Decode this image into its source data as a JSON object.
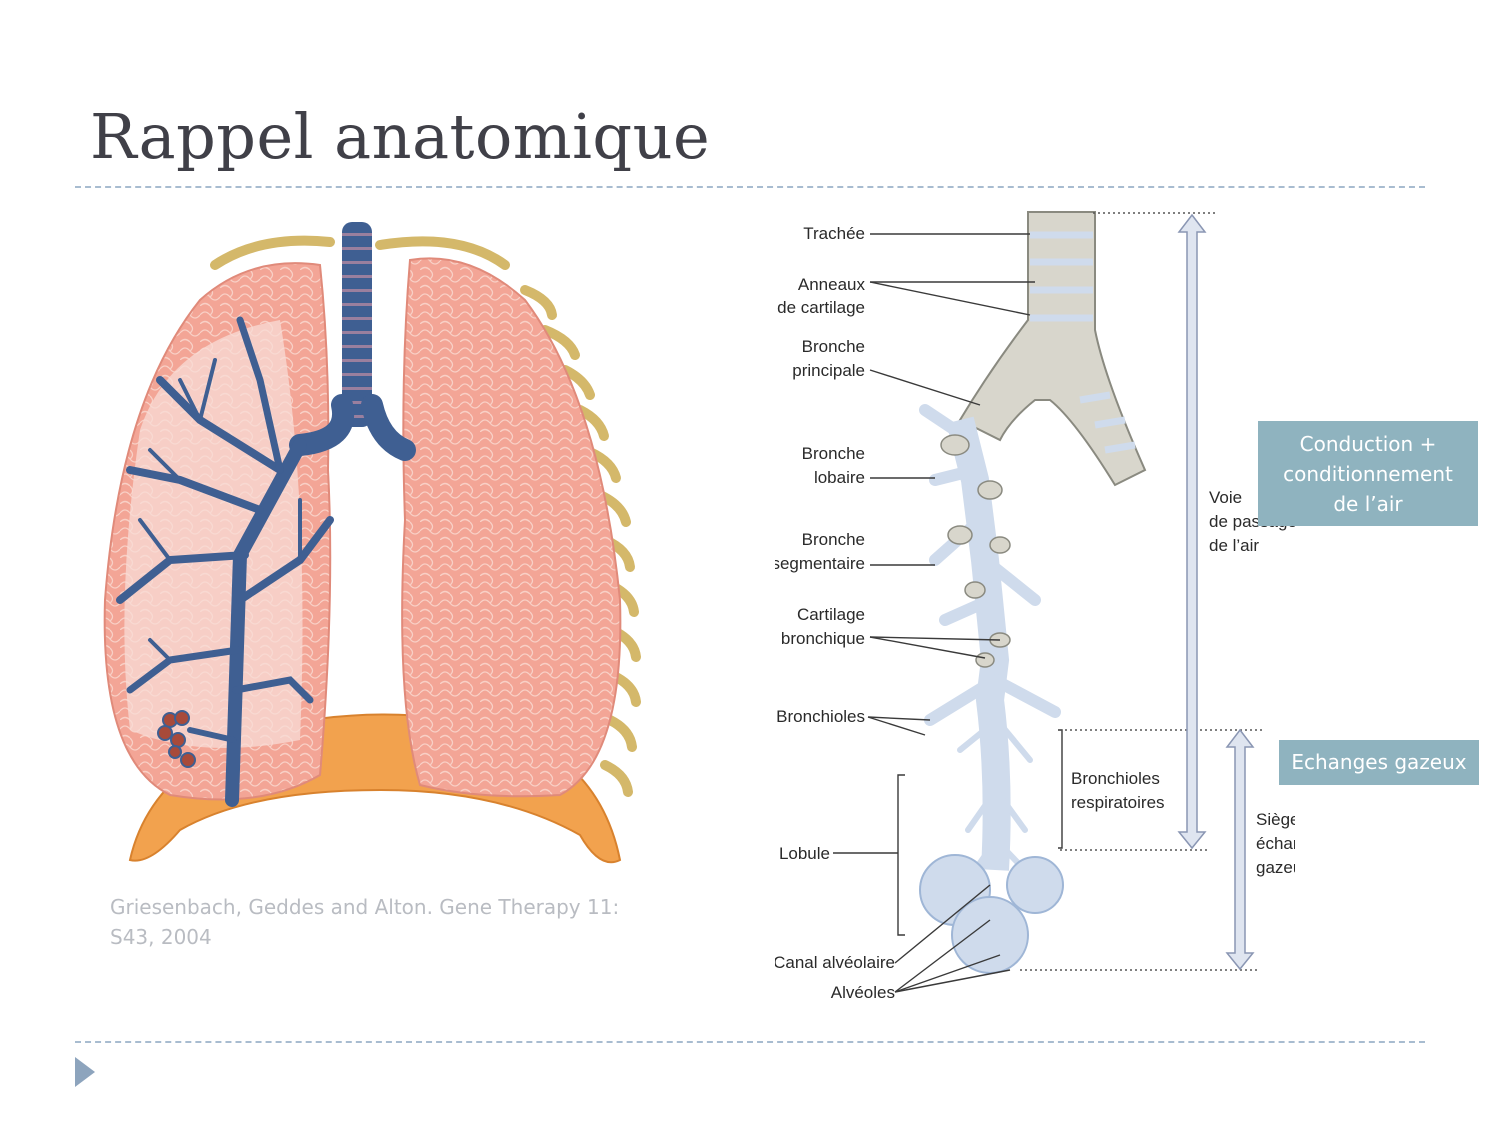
{
  "slide": {
    "title": "Rappel anatomique",
    "citation": "Griesenbach, Geddes and Alton. Gene Therapy 11: S43, 2004"
  },
  "airway_diagram": {
    "labels": {
      "trachee": "Trachée",
      "anneaux_1": "Anneaux",
      "anneaux_2": "de cartilage",
      "bronche_principale_1": "Bronche",
      "bronche_principale_2": "principale",
      "bronche_lobaire_1": "Bronche",
      "bronche_lobaire_2": "lobaire",
      "bronche_segmentaire_1": "Bronche",
      "bronche_segmentaire_2": "segmentaire",
      "cartilage_bronchique_1": "Cartilage",
      "cartilage_bronchique_2": "bronchique",
      "bronchioles": "Bronchioles",
      "lobule": "Lobule",
      "canal_alveolaire": "Canal alvéolaire",
      "alveoles": "Alvéoles",
      "bronchioles_resp_1": "Bronchioles",
      "bronchioles_resp_2": "respiratoires",
      "voie_1": "Voie",
      "voie_2": "de passage",
      "voie_3": "de l’air",
      "siege_1": "Siège des",
      "siege_2": "échanges",
      "siege_3": "gazeux"
    }
  },
  "callouts": {
    "conduction": [
      "Conduction +",
      "conditionnement",
      "de l’air"
    ],
    "exchange": "Echanges gazeux"
  },
  "colors": {
    "callout": "#8fb3bf",
    "lung": "#f1a294",
    "bronchi": "#3f5f92",
    "diaphragm": "#f2a24e",
    "airway": "#cfdbec",
    "cartilage": "#d8d6cc"
  }
}
